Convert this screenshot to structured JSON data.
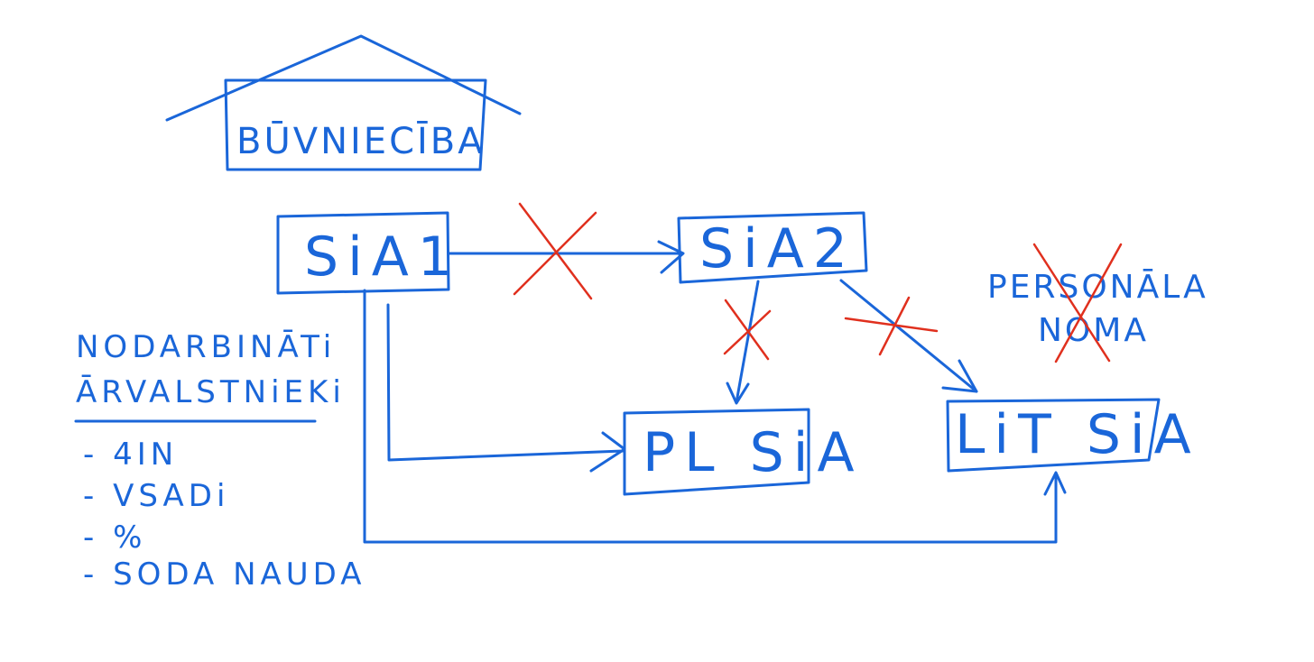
{
  "colors": {
    "ink": "#1a66d9",
    "cross": "#e0301e",
    "background": "#ffffff"
  },
  "header": {
    "title": "BŪVNIECĪBA"
  },
  "nodes": {
    "sia1": "SiA1",
    "sia2": "SiA2",
    "pl_sia": "PL SiA",
    "lit_sia": "LiT SiA"
  },
  "note": {
    "line1": "PERSONĀLA",
    "line2": "NOMA"
  },
  "sidebar": {
    "heading_line1": "NODARBINĀTi",
    "heading_line2": "ĀRVALSTNiEKi",
    "items": [
      "- 4IN",
      "- VSADi",
      "- %",
      "- SODA NAUDA"
    ]
  }
}
